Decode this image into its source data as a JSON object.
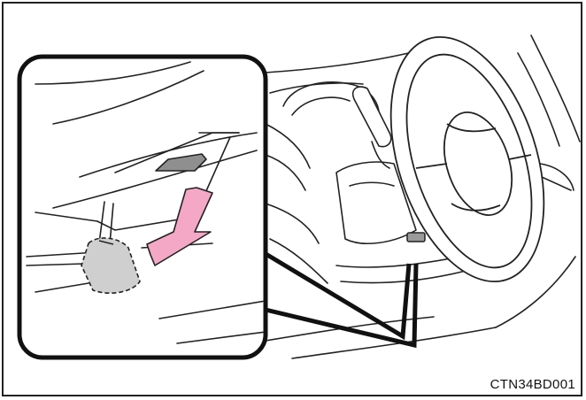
{
  "figure": {
    "code": "CTN34BD001",
    "highlight_color": "#f4a8c6",
    "line_color": "#222222",
    "inset_fill": "#d6d6d6",
    "description_icons": [
      "steering-wheel",
      "hood-release-lever",
      "release-direction-arrow"
    ]
  }
}
